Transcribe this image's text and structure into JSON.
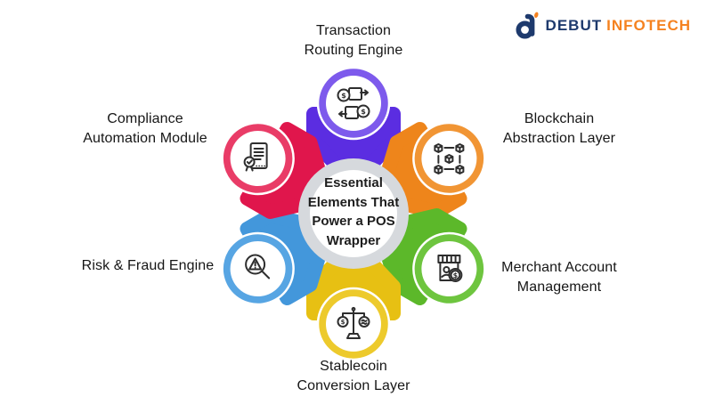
{
  "brand": {
    "name_primary": "DEBUT",
    "name_secondary": "INFOTECH",
    "icon": "debut-d-logo-icon",
    "primary_color": "#1e3a6d",
    "secondary_color": "#f58220"
  },
  "center": {
    "lines": [
      "Essential",
      "Elements That",
      "Power a POS",
      "Wrapper"
    ],
    "ring_color": "#d6d9dd",
    "inner_color": "#ffffff",
    "text_color": "#1d1d1d"
  },
  "glyphs": {
    "dollar": "$"
  },
  "petals": [
    {
      "id": "transaction-routing-engine",
      "label": "Transaction Routing Engine",
      "label_lines": [
        "Transaction",
        "Routing Engine"
      ],
      "icon": "money-transfer-icon",
      "color": "#5b2de1",
      "ring_color": "#7d5aec"
    },
    {
      "id": "blockchain-abstraction-layer",
      "label": "Blockchain Abstraction Layer",
      "label_lines": [
        "Blockchain",
        "Abstraction Layer"
      ],
      "icon": "blockchain-cubes-icon",
      "color": "#ee851b",
      "ring_color": "#f19534"
    },
    {
      "id": "merchant-account-management",
      "label": "Merchant Account Management",
      "label_lines": [
        "Merchant Account",
        "Management"
      ],
      "icon": "storefront-icon",
      "color": "#5cb82a",
      "ring_color": "#6ec53f"
    },
    {
      "id": "stablecoin-conversion-layer",
      "label": "Stablecoin Conversion Layer",
      "label_lines": [
        "Stablecoin",
        "Conversion Layer"
      ],
      "icon": "balance-scale-icon",
      "color": "#e7c013",
      "ring_color": "#edca2c"
    },
    {
      "id": "risk-fraud-engine",
      "label": "Risk & Fraud Engine",
      "label_lines": [
        "Risk & Fraud Engine"
      ],
      "icon": "fraud-magnifier-icon",
      "color": "#4397db",
      "ring_color": "#57a5e3"
    },
    {
      "id": "compliance-automation-module",
      "label": "Compliance Automation Module",
      "label_lines": [
        "Compliance",
        "Automation Module"
      ],
      "icon": "certificate-document-icon",
      "color": "#e0164c",
      "ring_color": "#e93c67"
    }
  ]
}
